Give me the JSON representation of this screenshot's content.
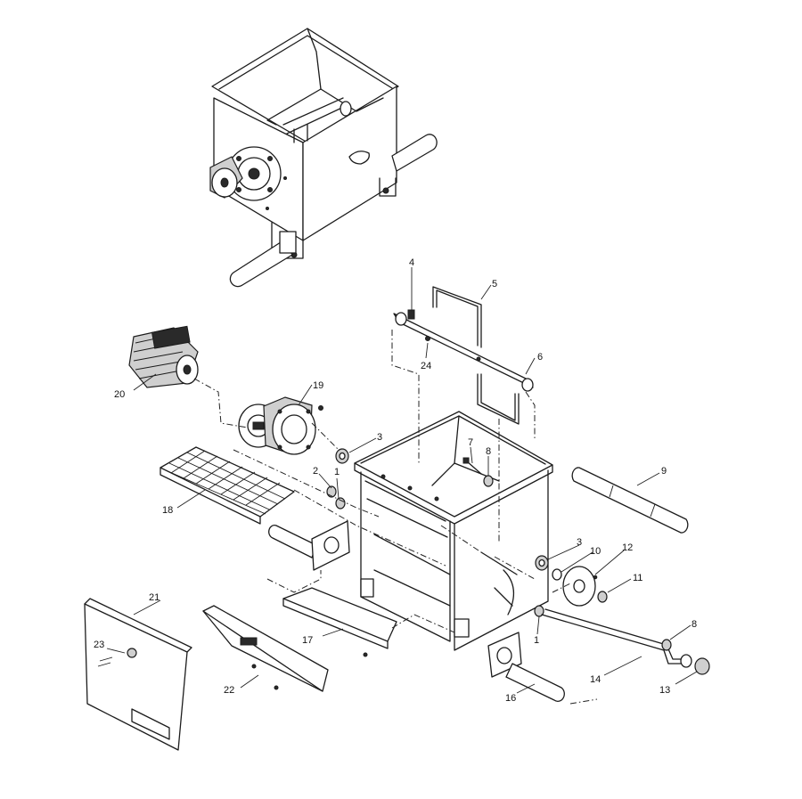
{
  "callouts": [
    {
      "id": "c1a",
      "text": "1"
    },
    {
      "id": "c1b",
      "text": "1"
    },
    {
      "id": "c2",
      "text": "2"
    },
    {
      "id": "c3a",
      "text": "3"
    },
    {
      "id": "c3b",
      "text": "3"
    },
    {
      "id": "c4",
      "text": "4"
    },
    {
      "id": "c5",
      "text": "5"
    },
    {
      "id": "c6",
      "text": "6"
    },
    {
      "id": "c7",
      "text": "7"
    },
    {
      "id": "c8a",
      "text": "8"
    },
    {
      "id": "c8b",
      "text": "8"
    },
    {
      "id": "c9",
      "text": "9"
    },
    {
      "id": "c10",
      "text": "10"
    },
    {
      "id": "c11",
      "text": "11"
    },
    {
      "id": "c12",
      "text": "12"
    },
    {
      "id": "c13",
      "text": "13"
    },
    {
      "id": "c14",
      "text": "14"
    },
    {
      "id": "c16",
      "text": "16"
    },
    {
      "id": "c17",
      "text": "17"
    },
    {
      "id": "c18",
      "text": "18"
    },
    {
      "id": "c19",
      "text": "19"
    },
    {
      "id": "c20",
      "text": "20"
    },
    {
      "id": "c21",
      "text": "21"
    },
    {
      "id": "c22",
      "text": "22"
    },
    {
      "id": "c23",
      "text": "23"
    },
    {
      "id": "c24",
      "text": "24"
    }
  ]
}
